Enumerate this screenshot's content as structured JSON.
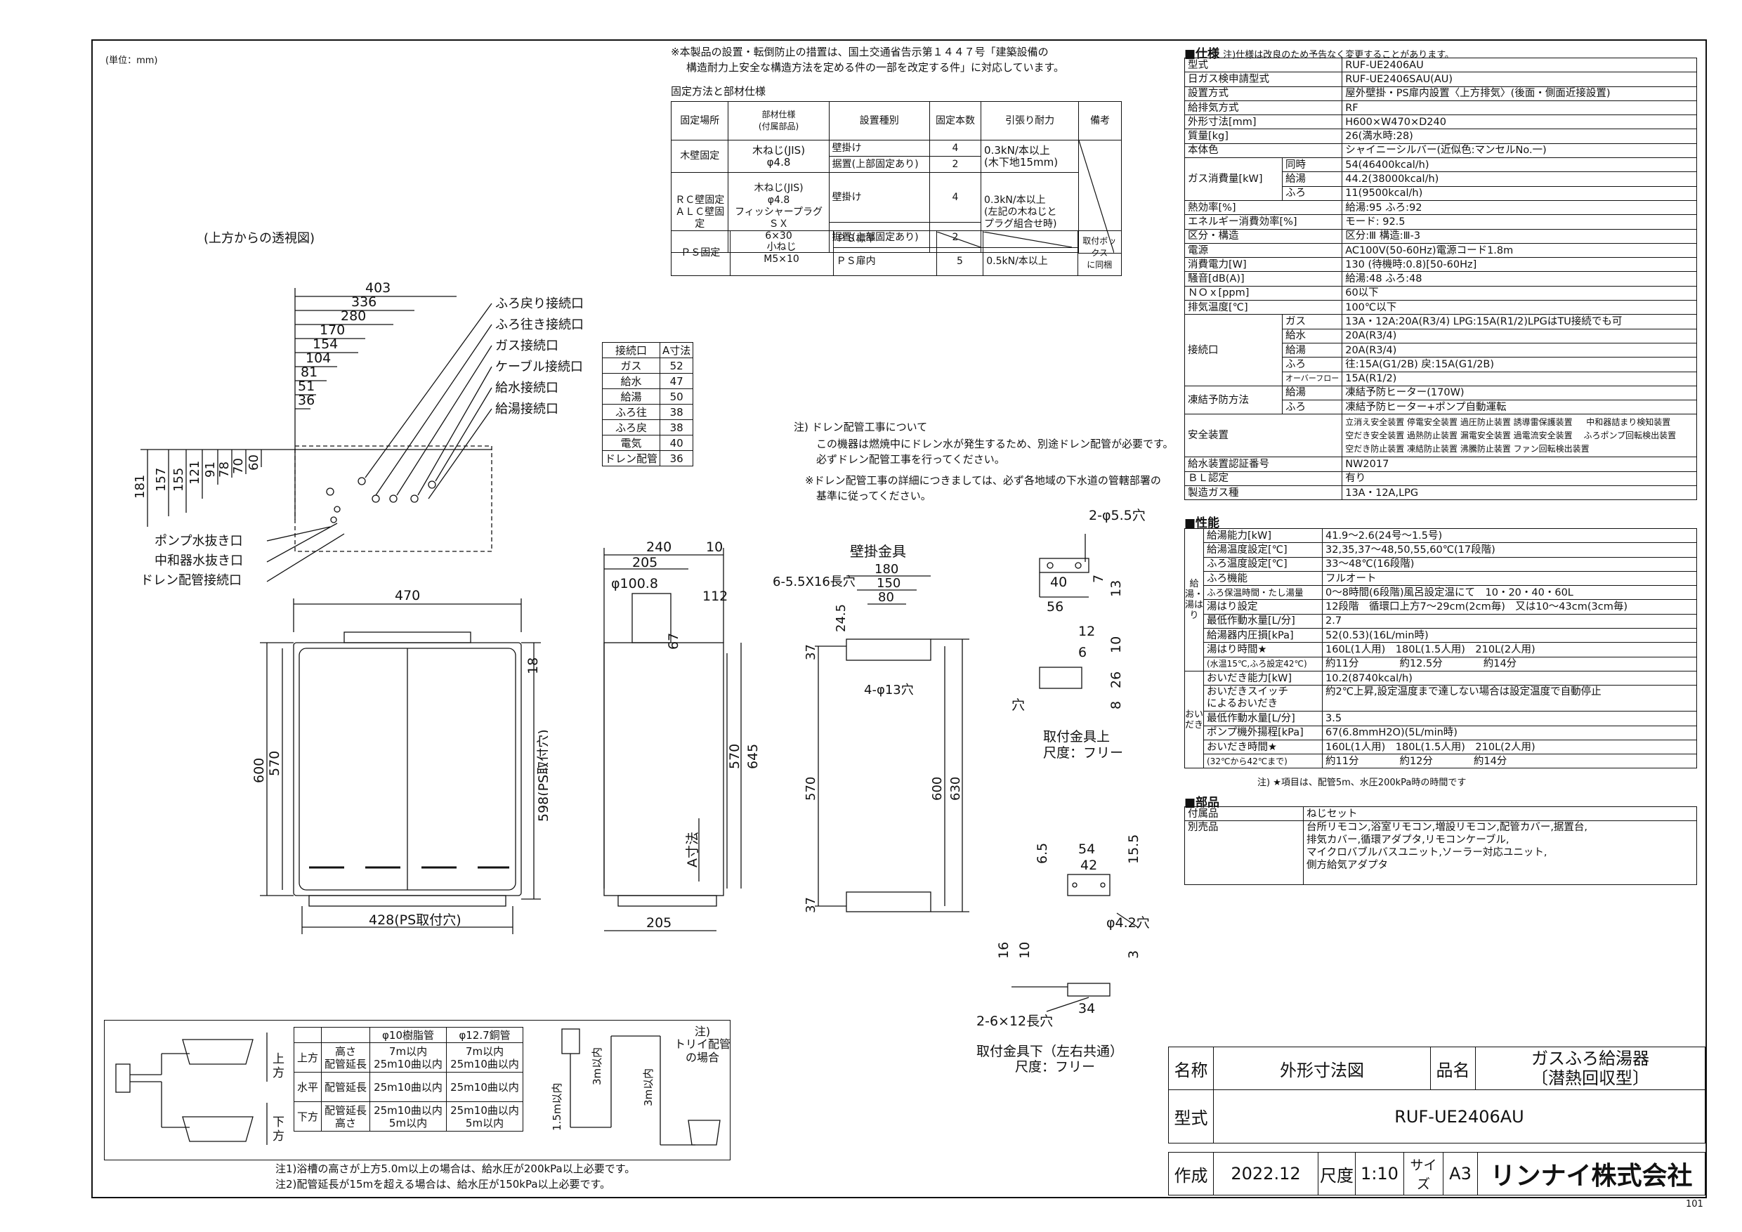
{
  "unit_note": "(単位：mm)",
  "notice": {
    "line1": "※本製品の設置・転倒防止の措置は、国土交通省告示第１４４７号「建築設備の",
    "line2": "構造耐力上安全な構造方法を定める件の一部を改定する件」に対応しています。"
  },
  "fix_table": {
    "caption": "固定方法と部材仕様",
    "headers": [
      "固定場所",
      "部材仕様\n(付属部品)",
      "設置種別",
      "固定本数",
      "引張り耐力",
      "備考"
    ],
    "wood": {
      "place": "木壁固定",
      "material": "木ねじ(JIS)\nφ4.8",
      "types": [
        "壁掛け",
        "据置(上部固定あり)"
      ],
      "counts": [
        "4",
        "2"
      ],
      "strength": "0.3kN/本以上\n(木下地15mm)"
    },
    "rc": {
      "place": "ＲＣ壁固定\nＡＬＣ壁固定",
      "material": "木ねじ(JIS)\nφ4.8\nフィッシャープラグＳＸ\n6×30",
      "types": [
        "壁掛け",
        "据置(上部固定あり)"
      ],
      "counts": [
        "4",
        "2"
      ],
      "strength": "0.3kN/本以上\n(左記の木ねじと\nプラグ組合せ時)"
    },
    "ps": {
      "place": "ＰＳ固定",
      "material": "小ねじ\nM5×10",
      "types": [
        "ＰＳ標準",
        "ＰＳ扉内"
      ],
      "counts": [
        "",
        "5"
      ],
      "strength": "0.5kN/本以上",
      "note": "取付ボックス\nに同梱"
    }
  },
  "top_view": {
    "label": "(上方からの透視図)",
    "dims": [
      "403",
      "336",
      "280",
      "170",
      "154",
      "104",
      "81",
      "51",
      "36"
    ],
    "vert_dims": [
      "181",
      "157",
      "155",
      "121",
      "91",
      "78",
      "70",
      "60"
    ],
    "callouts": [
      "ふろ戻り接続口",
      "ふろ往き接続口",
      "ガス接続口",
      "ケーブル接続口",
      "給水接続口",
      "給湯接続口"
    ],
    "bottom_callouts": [
      "ポンプ水抜き口",
      "中和器水抜き口",
      "ドレン配管接続口"
    ]
  },
  "conn_table": {
    "headers": [
      "接続口",
      "A寸法"
    ],
    "rows": [
      [
        "ガス",
        "52"
      ],
      [
        "給水",
        "47"
      ],
      [
        "給湯",
        "50"
      ],
      [
        "ふろ往",
        "38"
      ],
      [
        "ふろ戻",
        "38"
      ],
      [
        "電気",
        "40"
      ],
      [
        "ドレン配管",
        "36"
      ]
    ]
  },
  "drain_note": {
    "title": "注) ドレン配管工事について",
    "l1": "この機器は燃焼中にドレン水が発生するため、別途ドレン配管が必要です。",
    "l2": "必ずドレン配管工事を行ってください。",
    "l3": "※ドレン配管工事の詳細につきましては、必ず各地域の下水道の管轄部署の",
    "l4": "基準に従ってください。"
  },
  "front_view": {
    "w": "470",
    "h600": "600",
    "h570": "570",
    "d18": "18",
    "ps_h": "598(PS取付穴)",
    "ps_w": "428(PS取付穴)"
  },
  "side_view": {
    "d240": "240",
    "d205": "205",
    "d10": "10",
    "pipe": "φ100.8",
    "d112": "112",
    "d67": "67",
    "d570": "570",
    "d645": "645",
    "a_dim": "A寸法",
    "bottom205": "205"
  },
  "bracket": {
    "title": "壁掛金具",
    "slots": "6-5.5X16長穴",
    "d180": "180",
    "d150": "150",
    "d80": "80",
    "d245": "24.5",
    "holes": "4-φ13穴",
    "d37a": "37",
    "d37b": "37",
    "d570": "570",
    "d600": "600",
    "d630": "630"
  },
  "upper_fix": {
    "hole": "2-φ5.5穴",
    "d40": "40",
    "d56": "56",
    "d7": "7",
    "d13": "13",
    "d12": "12",
    "d6": "6",
    "d10": "10",
    "d26": "26",
    "d8": "8",
    "ana": "穴",
    "title": "取付金具上",
    "scale": "尺度：フリー"
  },
  "lower_fix": {
    "d54": "54",
    "d42": "42",
    "d65": "6.5",
    "d155": "15.5",
    "hole": "φ4.2穴",
    "d16": "16",
    "d10": "10",
    "d3": "3",
    "d34": "34",
    "slots": "2-6×12長穴",
    "title": "取付金具下（左右共通）",
    "scale": "尺度：フリー"
  },
  "pipe_table": {
    "headers": [
      "",
      "",
      "φ10樹脂管",
      "φ12.7銅管"
    ],
    "rows": [
      [
        "上方",
        "高さ\n配管延長",
        "7m以内\n25m10曲以内",
        "7m以内\n25m10曲以内"
      ],
      [
        "水平",
        "配管延長",
        "25m10曲以内",
        "25m10曲以内"
      ],
      [
        "下方",
        "配管延長\n高さ",
        "25m10曲以内\n5m以内",
        "25m10曲以内\n5m以内"
      ]
    ],
    "side_up": "上方",
    "side_down": "下方",
    "trap_note": "注)\nトリイ配管\nの場合",
    "m15": "1.5m以内",
    "m3a": "3m以内",
    "m3b": "3m以内"
  },
  "bottom_notes": {
    "n1": "注1)浴槽の高さが上方5.0m以上の場合は、給水圧が200kPa以上必要です。",
    "n2": "注2)配管延長が15mを超える場合は、給水圧が150kPa以上必要です。"
  },
  "spec": {
    "title": "■仕様",
    "subtitle": "注)仕様は改良のため予告なく変更することがあります。",
    "rows": [
      [
        "型式",
        "RUF-UE2406AU"
      ],
      [
        "日ガス検申請型式",
        "RUF-UE2406SAU(AU)"
      ],
      [
        "設置方式",
        "屋外壁掛・PS扉内設置〈上方排気〉(後面・側面近接設置)"
      ],
      [
        "給排気方式",
        "RF"
      ],
      [
        "外形寸法[mm]",
        "H600×W470×D240"
      ],
      [
        "質量[kg]",
        "26(満水時:28)"
      ],
      [
        "本体色",
        "シャイニーシルバー(近似色:マンセルNo.一)"
      ]
    ],
    "gas": {
      "label": "ガス消費量[kW]",
      "rows": [
        [
          "同時",
          "54(46400kcal/h)"
        ],
        [
          "給湯",
          "44.2(38000kcal/h)"
        ],
        [
          "ふろ",
          "11(9500kcal/h)"
        ]
      ]
    },
    "rows2": [
      [
        "熱効率[%]",
        "給湯:95 ふろ:92"
      ],
      [
        "エネルギー消費効率[%]",
        "モード: 92.5"
      ],
      [
        "区分・構造",
        "区分:Ⅲ 構造:Ⅲ-3"
      ],
      [
        "電源",
        "AC100V(50-60Hz)電源コード1.8m"
      ],
      [
        "消費電力[W]",
        "130 (待機時:0.8)[50-60Hz]"
      ],
      [
        "騒音[dB(A)]",
        "給湯:48 ふろ:48"
      ],
      [
        "ＮＯｘ[ppm]",
        "60以下"
      ],
      [
        "排気温度[℃]",
        "100℃以下"
      ]
    ],
    "conn": {
      "label": "接続口",
      "rows": [
        [
          "ガス",
          "13A・12A:20A(R3/4) LPG:15A(R1/2)LPGはTU接続でも可"
        ],
        [
          "給水",
          "20A(R3/4)"
        ],
        [
          "給湯",
          "20A(R3/4)"
        ],
        [
          "ふろ",
          "往:15A(G1/2B) 戻:15A(G1/2B)"
        ],
        [
          "オーバーフロー",
          "15A(R1/2)"
        ]
      ]
    },
    "freeze": {
      "label": "凍結予防方法",
      "rows": [
        [
          "給湯",
          "凍結予防ヒーター(170W)"
        ],
        [
          "ふろ",
          "凍結予防ヒーター+ポンプ自動運転"
        ]
      ]
    },
    "safety": {
      "label": "安全装置",
      "l1": "立消え安全装置 停電安全装置 過圧防止装置 誘導雷保護装置 　 中和器詰まり検知装置",
      "l2": "空だき安全装置 過熱防止装置 漏電安全装置 過電流安全装置 　ふろポンプ回転検出装置",
      "l3": "空だき防止装置 凍結防止装置 沸騰防止装置 ファン回転検出装置"
    },
    "rows3": [
      [
        "給水装置認証番号",
        "NW2017"
      ],
      [
        "ＢＬ認定",
        "有り"
      ],
      [
        "製造ガス種",
        "13A・12A,LPG"
      ]
    ]
  },
  "perf": {
    "title": "■性能",
    "kyuto_label": "給湯・湯はり",
    "kyuto": [
      [
        "給湯能力[kW]",
        "41.9〜2.6(24号〜1.5号)"
      ],
      [
        "給湯温度設定[℃]",
        "32,35,37〜48,50,55,60℃(17段階)"
      ],
      [
        "ふろ温度設定[℃]",
        "33〜48℃(16段階)"
      ],
      [
        "ふろ機能",
        "フルオート"
      ],
      [
        "ふろ保温時間・たし湯量",
        "0〜8時間(6段階)風呂設定温にて　10・20・40・60L"
      ],
      [
        "湯はり設定",
        "12段階　循環口上方7〜29cm(2cm毎)　又は10〜43cm(3cm毎)"
      ],
      [
        "最低作動水量[L/分]",
        "2.7"
      ],
      [
        "給湯器内圧損[kPa]",
        "52(0.53)(16L/min時)"
      ]
    ],
    "yuhari_time": {
      "k1": "湯はり時間★",
      "k2": "(水温15℃,ふろ設定42℃)",
      "v1": "160L(1人用)　180L(1.5人用)　210L(2人用)",
      "v2": "約11分　　　　約12.5分　　　　約14分"
    },
    "oidaki_label": "おいだき",
    "oidaki": [
      [
        "おいだき能力[kW]",
        "10.2(8740kcal/h)"
      ],
      [
        "おいだきスイッチ\nによるおいだき",
        "約2℃上昇,設定温度まで達しない場合は設定温度で自動停止"
      ],
      [
        "最低作動水量[L/分]",
        "3.5"
      ],
      [
        "ポンプ機外揚程[kPa]",
        "67(6.8mmH2O)(5L/min時)"
      ]
    ],
    "oidaki_time": {
      "k1": "おいだき時間★",
      "k2": "(32℃から42℃まで)",
      "v1": "160L(1人用)　180L(1.5人用)　210L(2人用)",
      "v2": "約11分　　　　約12分　　　　約14分"
    },
    "note": "注) ★項目は、配管5m、水圧200kPa時の時間です"
  },
  "parts": {
    "title": "■部品",
    "rows": [
      [
        "付属品",
        "ねじセット"
      ],
      [
        "別売品",
        "台所リモコン,浴室リモコン,増設リモコン,配管カバー,据置台,\n排気カバー,循環アダプタ,リモコンケーブル,\nマイクロバブルバスユニット,ソーラー対応ユニット,\n側方給気アダプタ"
      ]
    ]
  },
  "titleblock": {
    "name_label": "名称",
    "name": "外形寸法図",
    "product_label": "品名",
    "product": "ガスふろ給湯器\n〔潜熱回収型〕",
    "model_label": "型式",
    "model": "RUF-UE2406AU",
    "made_label": "作成",
    "date": "2022.12",
    "scale_label": "尺度",
    "scale": "1:10",
    "size_label": "サイズ",
    "size": "A3",
    "company": "リンナイ株式会社"
  },
  "page_no": "101"
}
